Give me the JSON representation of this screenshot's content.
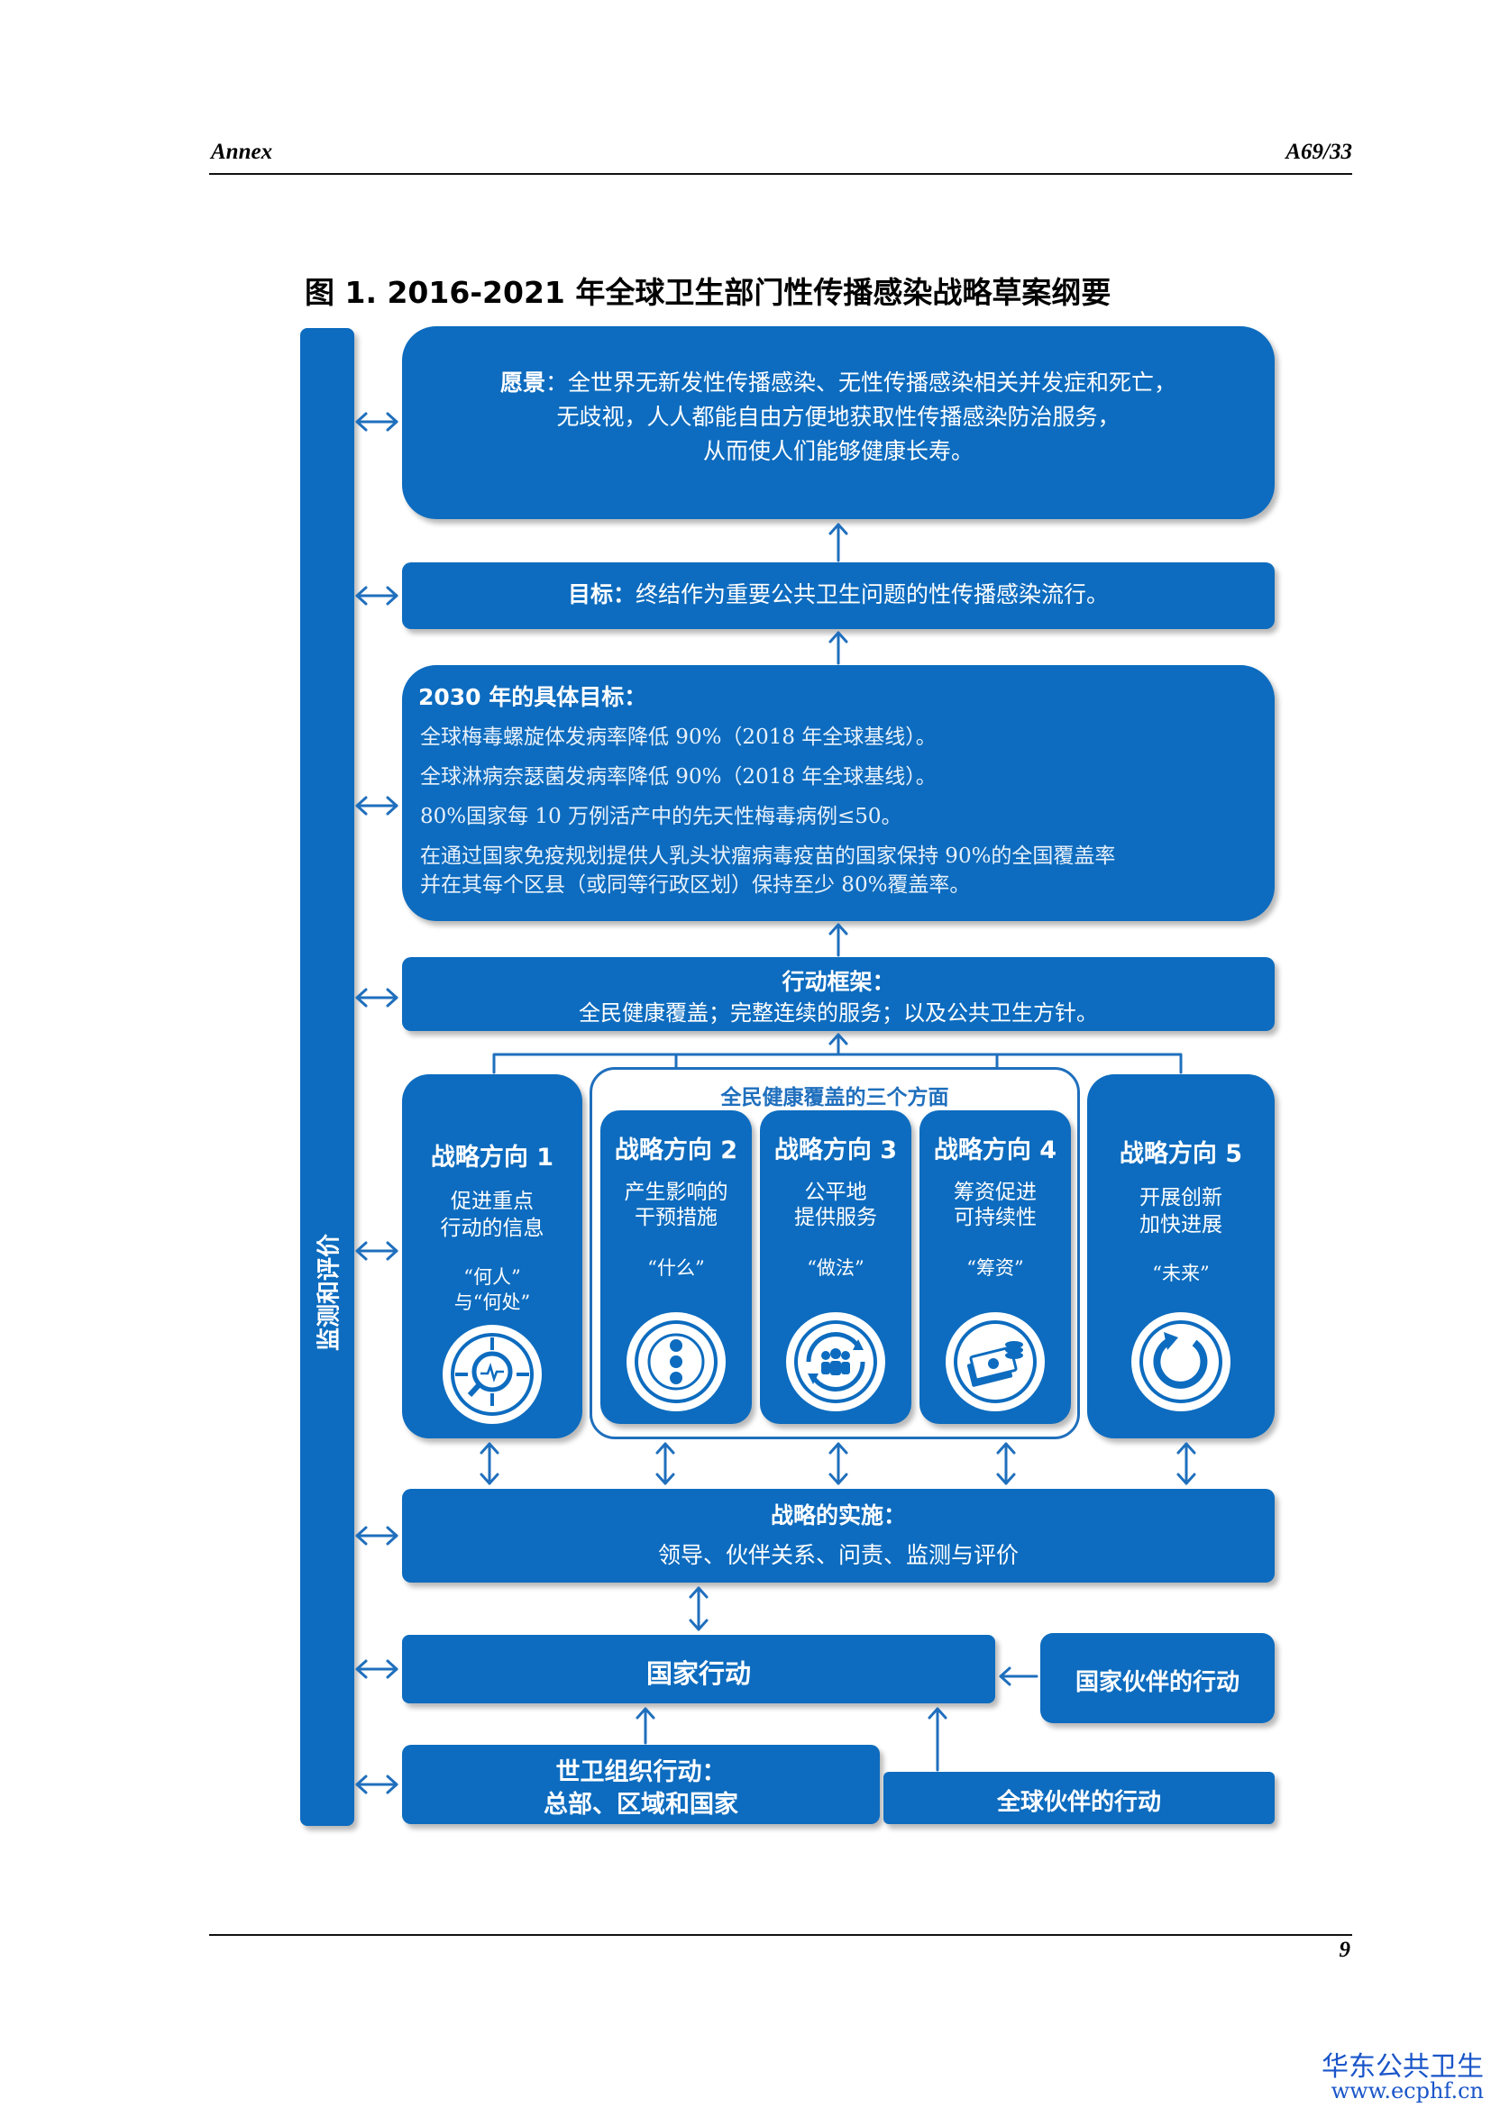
{
  "header": {
    "left": "Annex",
    "right": "A69/33"
  },
  "figure_title": "图 1. 2016-2021 年全球卫生部门性传播感染战略草案纲要",
  "side_bar": {
    "label": "监测和评价"
  },
  "vision": {
    "label": "愿景",
    "line1": "：全世界无新发性传播感染、无性传播感染相关并发症和死亡，",
    "line2": "无歧视，人人都能自由方便地获取性传播感染防治服务，",
    "line3": "从而使人们能够健康长寿。"
  },
  "goal": {
    "label": "目标：",
    "text": "终结作为重要公共卫生问题的性传播感染流行。"
  },
  "targets": {
    "title": "2030 年的具体目标：",
    "items": [
      "全球梅毒螺旋体发病率降低 90%（2018 年全球基线）。",
      "全球淋病奈瑟菌发病率降低 90%（2018 年全球基线）。",
      "80%国家每 10 万例活产中的先天性梅毒病例≤50。",
      "在通过国家免疫规划提供人乳头状瘤病毒疫苗的国家保持 90%的全国覆盖率",
      "并在其每个区县（或同等行政区划）保持至少 80%覆盖率。"
    ]
  },
  "framework": {
    "title": "行动框架：",
    "text": "全民健康覆盖；完整连续的服务；以及公共卫生方针。"
  },
  "uhc_group_label": "全民健康覆盖的三个方面",
  "directions": [
    {
      "title": "战略方向 1",
      "sub1": "促进重点",
      "sub2": "行动的信息",
      "q1": "“何人”",
      "q2": "与“何处”",
      "icon": "magnifier-target-icon"
    },
    {
      "title": "战略方向 2",
      "sub1": "产生影响的",
      "sub2": "干预措施",
      "q1": "“什么”",
      "q2": "",
      "icon": "three-dots-icon"
    },
    {
      "title": "战略方向 3",
      "sub1": "公平地",
      "sub2": "提供服务",
      "q1": "“做法”",
      "q2": "",
      "icon": "people-cycle-icon"
    },
    {
      "title": "战略方向 4",
      "sub1": "筹资促进",
      "sub2": "可持续性",
      "q1": "“筹资”",
      "q2": "",
      "icon": "money-icon"
    },
    {
      "title": "战略方向 5",
      "sub1": "开展创新",
      "sub2": "加快进展",
      "q1": "“未来”",
      "q2": "",
      "icon": "refresh-arrow-icon"
    }
  ],
  "implementation": {
    "title": "战略的实施：",
    "text": "领导、伙伴关系、问责、监测与评价"
  },
  "national_action": "国家行动",
  "country_partners": "国家伙伴的行动",
  "who_action": {
    "line1": "世卫组织行动：",
    "line2": "总部、区域和国家"
  },
  "global_partners": "全球伙伴的行动",
  "page_number": "9",
  "watermark": {
    "name": "华东公共卫生",
    "url": "www.ecphf.cn"
  },
  "colors": {
    "primary": "#0d6cbf",
    "arrow": "#1f6fbd"
  }
}
